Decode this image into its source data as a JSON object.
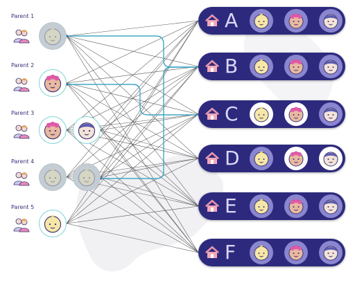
{
  "parents": [
    {
      "label": "Parent 1"
    },
    {
      "label": "Parent 2"
    },
    {
      "label": "Parent 3"
    },
    {
      "label": "Parent 4"
    },
    {
      "label": "Parent 5"
    }
  ],
  "groups": [
    {
      "letter": "A",
      "slots": [
        "baby-yellow",
        "baby-pink",
        "baby-blue"
      ],
      "light": [
        false,
        false,
        false
      ]
    },
    {
      "letter": "B",
      "slots": [
        "baby-yellow",
        "baby-pink",
        "baby-blue"
      ],
      "light": [
        false,
        false,
        false
      ]
    },
    {
      "letter": "C",
      "slots": [
        "baby-yellow",
        "baby-pink",
        "baby-blue"
      ],
      "light": [
        true,
        true,
        false
      ]
    },
    {
      "letter": "D",
      "slots": [
        "baby-yellow",
        "baby-pink",
        "baby-blue"
      ],
      "light": [
        false,
        true,
        true
      ]
    },
    {
      "letter": "E",
      "slots": [
        "baby-yellow",
        "baby-pink",
        "baby-blue"
      ],
      "light": [
        false,
        false,
        false
      ]
    },
    {
      "letter": "F",
      "slots": [
        "baby-yellow",
        "baby-pink",
        "baby-blue"
      ],
      "light": [
        false,
        false,
        false
      ]
    }
  ],
  "children": [
    {
      "icon": "baby-yellow",
      "faded": true
    },
    {
      "icon": "baby-pink",
      "faded": false
    },
    {
      "icon": "baby-pink",
      "faded": false
    },
    {
      "icon": "baby-blue",
      "faded": false
    },
    {
      "icon": "baby-yellow",
      "faded": true
    },
    {
      "icon": "baby-yellow",
      "faded": true
    },
    {
      "icon": "baby-yellow",
      "faded": false
    }
  ],
  "colors": {
    "pill": "#2d2a7e",
    "letter": "#dcd8f7",
    "slot": "#8a86cf",
    "highlight_line": "#3fa7c4",
    "line": "#555555",
    "node_border": "#7fd3d6"
  }
}
